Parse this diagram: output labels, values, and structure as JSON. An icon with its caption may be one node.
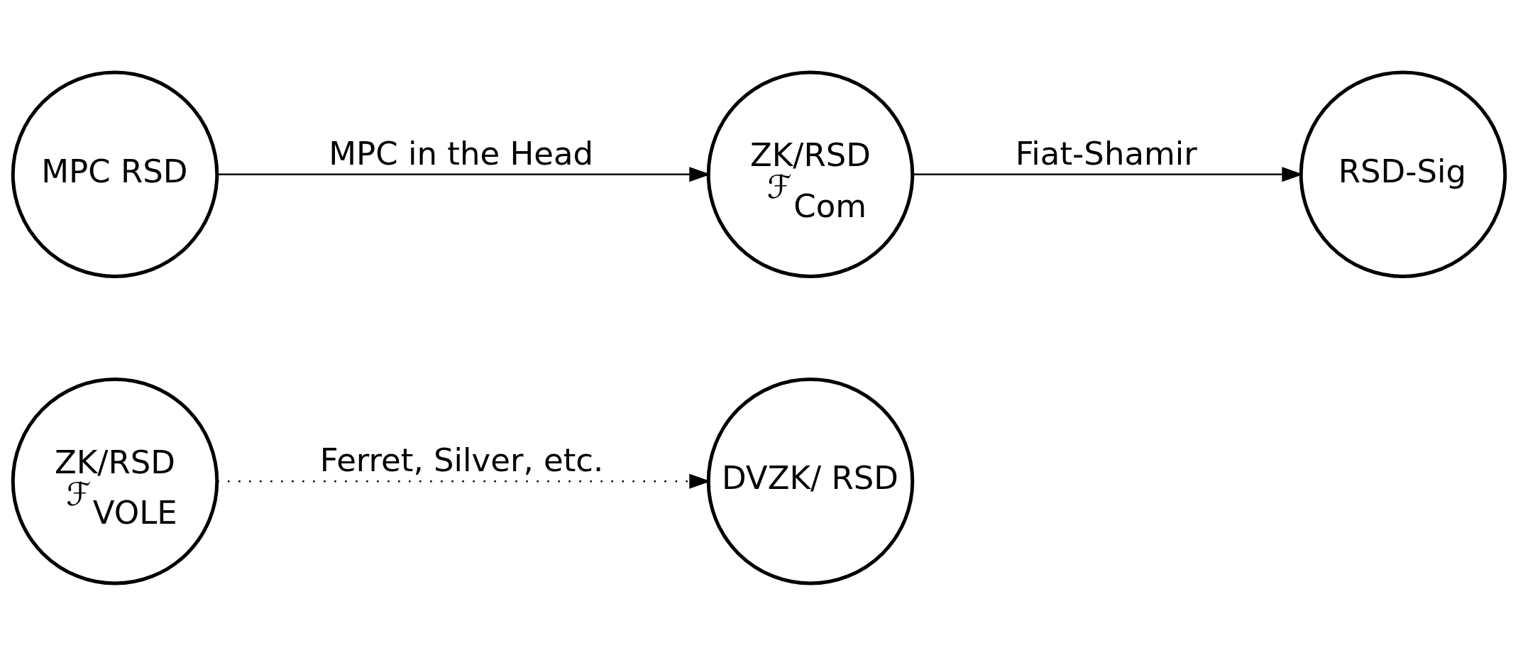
{
  "diagram": {
    "nodes": [
      {
        "text": [
          "DVZK/ RSD"
        ]
      },
      {
        "text": [
          "ZK/RSD",
          "ℱ$_{VOLE}$"
        ]
      },
      {
        "text": [
          "ZK/RSD",
          "ℱ$_{Com}$"
        ]
      },
      {
        "text": [
          "RSD-Sig"
        ]
      },
      {
        "text": [
          "MPC RSD"
        ]
      }
    ],
    "edges": [
      {
        "from": 1,
        "to": 0,
        "arrow": "to",
        "label": "Ferret, Silver, etc.",
        "style": "dashed"
      },
      {
        "from": 2,
        "to": 3,
        "arrow": "to",
        "label": "Fiat-Shamir"
      },
      {
        "from": 4,
        "to": 2,
        "arrow": "to",
        "label": "MPC in the Head"
      }
    ]
  }
}
